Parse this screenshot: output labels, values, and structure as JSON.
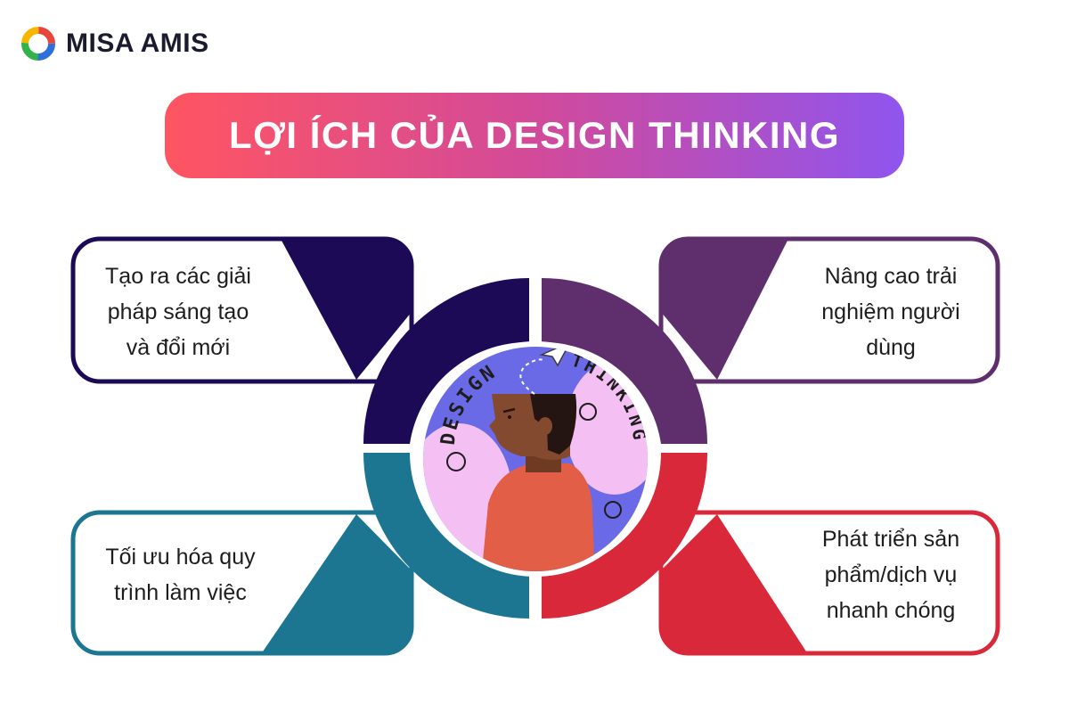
{
  "brand": {
    "name": "MISA AMIS"
  },
  "title": "LỢI ÍCH CỦA DESIGN THINKING",
  "center": {
    "left_word": "DESIGN",
    "right_word": "THINKING"
  },
  "benefits": [
    {
      "text": "Tạo ra các giải\npháp sáng tạo\nvà đổi mới",
      "color": "#1d0a57"
    },
    {
      "text": "Nâng cao trải\nnghiệm người\ndùng",
      "color": "#5e2e6d"
    },
    {
      "text": "Tối ưu hóa quy\ntrình làm việc",
      "color": "#1c7692"
    },
    {
      "text": "Phát triển sản\nphẩm/dịch vụ\nnhanh chóng",
      "color": "#d9283a"
    }
  ],
  "colors": {
    "center_bg": "#6a6ae6",
    "center_cloud": "#f4bff2",
    "skin": "#834a2f",
    "hair": "#241512",
    "shirt": "#e35e47"
  },
  "icons": [
    "logo-icon",
    "paper-plane-icon",
    "person-head-icon"
  ]
}
